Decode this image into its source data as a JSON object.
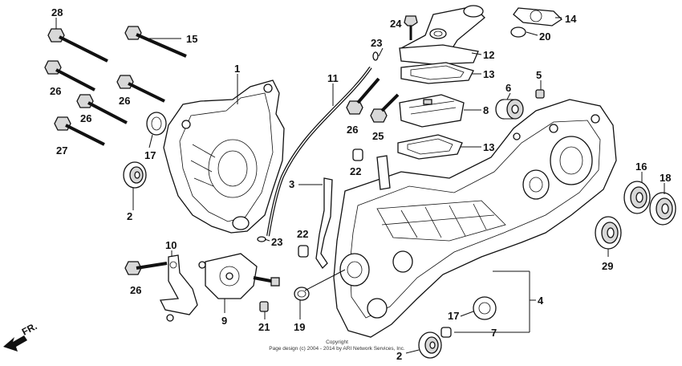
{
  "diagram": {
    "copyright_line1": "Copyright",
    "copyright_line2": "Page design (c) 2004 - 2014 by ARI Network Services, Inc.",
    "front_arrow_label": "FR.",
    "callouts": [
      "28",
      "15",
      "26",
      "26",
      "26",
      "27",
      "17",
      "2",
      "1",
      "11",
      "23",
      "24",
      "14",
      "20",
      "23",
      "12",
      "13",
      "8",
      "13",
      "6",
      "5",
      "26",
      "25",
      "22",
      "3",
      "22",
      "23",
      "10",
      "26",
      "9",
      "21",
      "19",
      "16",
      "18",
      "29",
      "4",
      "17",
      "7",
      "2"
    ]
  }
}
